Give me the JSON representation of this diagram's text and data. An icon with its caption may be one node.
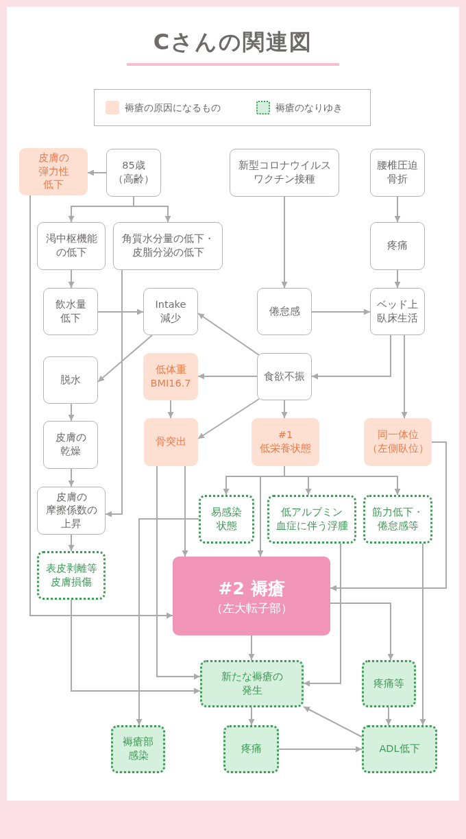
{
  "diagram": {
    "title": "Cさんの関連図",
    "nodes": [
      {
        "text": [
          "皮膚の弾力性低下"
        ]
      },
      {
        "text": [
          "85歳（高齢）"
        ]
      },
      {
        "text": [
          "新型コロナウイルスワクチン接種"
        ]
      },
      {
        "text": [
          "腰椎圧迫骨折"
        ]
      },
      {
        "text": [
          "渇中枢機能の低下"
        ]
      },
      {
        "text": [
          "角質水分量の低下・皮脂分泌の低下"
        ]
      },
      {
        "text": [
          "疼痛"
        ]
      },
      {
        "text": [
          "飲水量低下"
        ]
      },
      {
        "text": [
          "Intake減少"
        ]
      },
      {
        "text": [
          "倦怠感"
        ]
      },
      {
        "text": [
          "ベッド上臥床生活"
        ]
      },
      {
        "text": [
          "脱水"
        ]
      },
      {
        "text": [
          "低体重BMI16.7"
        ]
      },
      {
        "text": [
          "食欲不振"
        ]
      },
      {
        "text": [
          "皮膚の乾燥"
        ]
      },
      {
        "text": [
          "骨突出"
        ]
      },
      {
        "text": [
          "#1",
          "低栄養状態"
        ]
      },
      {
        "text": [
          "同一体位（左側臥位）"
        ]
      },
      {
        "text": [
          "皮膚の摩擦係数の上昇"
        ]
      },
      {
        "text": [
          "易感染状態"
        ]
      },
      {
        "text": [
          "低アルブミン血症に伴う浮腫"
        ]
      },
      {
        "text": [
          "筋力低下・倦怠感等"
        ]
      },
      {
        "text": [
          "表皮剥離等皮膚損傷"
        ]
      },
      {
        "text": [
          "#2 褥瘡",
          "（左大転子部）"
        ]
      },
      {
        "text": [
          "新たな褥瘡の発生"
        ]
      },
      {
        "text": [
          "疼痛等"
        ]
      },
      {
        "text": [
          "褥瘡部感染"
        ]
      },
      {
        "text": [
          "疼痛"
        ]
      },
      {
        "text": [
          "ADL低下"
        ]
      }
    ],
    "edges": [
      {
        "from": 1,
        "to": 0,
        "arrow": "to"
      },
      {
        "from": 1,
        "to": 4,
        "arrow": "to"
      },
      {
        "from": 1,
        "to": 5,
        "arrow": "to"
      },
      {
        "from": 2,
        "to": 9,
        "arrow": "to"
      },
      {
        "from": 3,
        "to": 6,
        "arrow": "to"
      },
      {
        "from": 6,
        "to": 10,
        "arrow": "to"
      },
      {
        "from": 4,
        "to": 7,
        "arrow": "to"
      },
      {
        "from": 7,
        "to": 8,
        "arrow": "to"
      },
      {
        "from": 9,
        "to": 10,
        "arrow": "to"
      },
      {
        "from": 10,
        "to": 13,
        "arrow": "to"
      },
      {
        "from": 10,
        "to": 17,
        "arrow": "to"
      },
      {
        "from": 8,
        "to": 11,
        "arrow": "to"
      },
      {
        "from": 13,
        "to": 8,
        "arrow": "to"
      },
      {
        "from": 13,
        "to": 12,
        "arrow": "to"
      },
      {
        "from": 13,
        "to": 15,
        "arrow": "to"
      },
      {
        "from": 13,
        "to": 16,
        "arrow": "to"
      },
      {
        "from": 12,
        "to": 15,
        "arrow": "to"
      },
      {
        "from": 5,
        "to": 18,
        "arrow": "to"
      },
      {
        "from": 11,
        "to": 14,
        "arrow": "to"
      },
      {
        "from": 14,
        "to": 18,
        "arrow": "to"
      },
      {
        "from": 18,
        "to": 22,
        "arrow": "to"
      },
      {
        "from": 0,
        "to": 23,
        "arrow": "to"
      },
      {
        "from": 15,
        "to": 23,
        "arrow": "to"
      },
      {
        "from": 15,
        "to": 24,
        "arrow": "to"
      },
      {
        "from": 16,
        "to": 19,
        "arrow": "to"
      },
      {
        "from": 16,
        "to": 20,
        "arrow": "to"
      },
      {
        "from": 16,
        "to": 21,
        "arrow": "to"
      },
      {
        "from": 16,
        "to": 23,
        "arrow": "to"
      },
      {
        "from": 17,
        "to": 23,
        "arrow": "to"
      },
      {
        "from": 19,
        "to": 26,
        "arrow": "to"
      },
      {
        "from": 20,
        "to": 24,
        "arrow": "to"
      },
      {
        "from": 21,
        "to": 28,
        "arrow": "to"
      },
      {
        "from": 22,
        "to": 24,
        "arrow": "to"
      },
      {
        "from": 23,
        "to": 24,
        "arrow": "to"
      },
      {
        "from": 23,
        "to": 25,
        "arrow": "to"
      },
      {
        "from": 24,
        "to": 27,
        "arrow": "to"
      },
      {
        "from": 25,
        "to": 28,
        "arrow": "to"
      },
      {
        "from": 27,
        "to": 28,
        "arrow": "to"
      },
      {
        "from": 28,
        "to": 24,
        "arrow": "to"
      }
    ],
    "legend": [
      {
        "text": "褥瘡の原因になるもの",
        "color": "#fde0d2"
      },
      {
        "text": "褥瘡のなりゆき",
        "color": "#d5f0dc"
      }
    ]
  }
}
